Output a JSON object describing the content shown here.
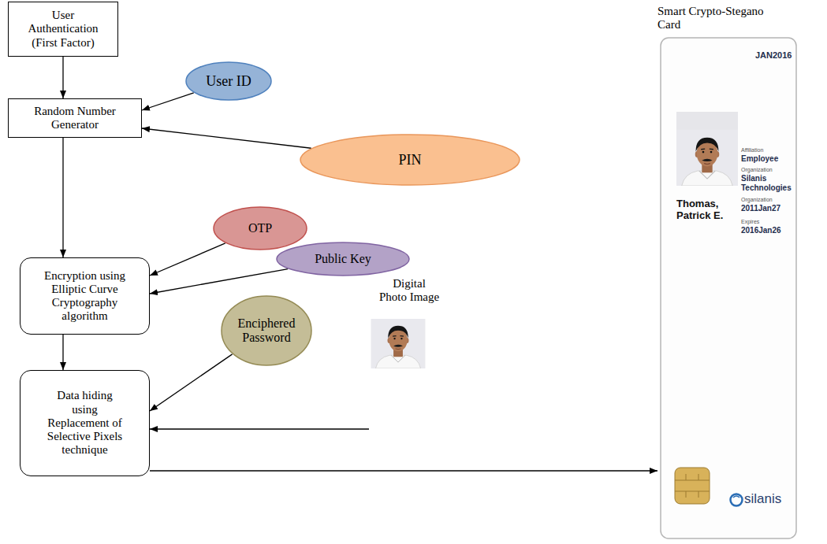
{
  "diagram": {
    "nodes": [
      {
        "text": [
          "User Authentication (First Factor)"
        ]
      },
      {
        "text": [
          "User ID"
        ]
      },
      {
        "text": [
          "Random Number Generator"
        ]
      },
      {
        "text": [
          "PIN"
        ]
      },
      {
        "text": [
          "OTP"
        ]
      },
      {
        "text": [
          "Encryption using Elliptic Curve Cryptography algorithm"
        ]
      },
      {
        "text": [
          "Public Key"
        ]
      },
      {
        "text": [
          "Enciphered Password"
        ]
      },
      {
        "text": [
          "Data hiding using Replacement of Selective Pixels technique"
        ]
      },
      {
        "text": [
          "Digital Photo Image"
        ]
      },
      {
        "text": [
          "Smart Crypto-Stegano Card",
          "JAN2016",
          "Affiliation",
          "Employee",
          "Organization",
          "Silanis Technologies",
          "Organization",
          "2011Jan27",
          "Thomas, Patrick E.",
          "Expires",
          "2016Jan26",
          "silanis"
        ]
      }
    ],
    "edges": [
      {
        "from": 0,
        "to": 2,
        "arrow": "to"
      },
      {
        "from": 1,
        "to": 2,
        "arrow": "to"
      },
      {
        "from": 3,
        "to": 2,
        "arrow": "to"
      },
      {
        "from": 2,
        "to": 5,
        "arrow": "to"
      },
      {
        "from": 4,
        "to": 5,
        "arrow": "to"
      },
      {
        "from": 6,
        "to": 5,
        "arrow": "to"
      },
      {
        "from": 5,
        "to": 8,
        "arrow": "to"
      },
      {
        "from": 7,
        "to": 8,
        "arrow": "to"
      },
      {
        "from": 9,
        "to": 8,
        "arrow": "to"
      },
      {
        "from": 8,
        "to": 10,
        "arrow": "to"
      }
    ]
  }
}
